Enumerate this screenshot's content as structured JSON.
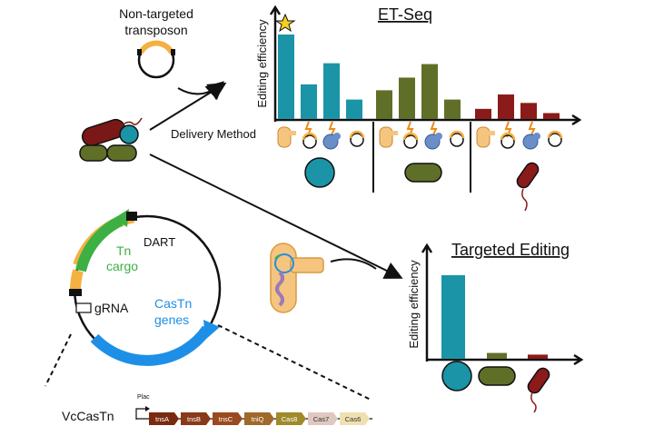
{
  "top_left": {
    "transposon_label_1": "Non-targeted",
    "transposon_label_2": "transposon"
  },
  "et_seq": {
    "title": "ET-Seq",
    "ylabel": "Editing efficiency",
    "xlabel": "Delivery Method",
    "highlight_icon": "star-icon"
  },
  "targeted": {
    "title": "Targeted Editing",
    "ylabel": "Editing efficiency"
  },
  "dart": {
    "plasmid_name": "DART",
    "tn_cargo_1": "Tn",
    "tn_cargo_2": "cargo",
    "grna": "gRNA",
    "castn_1": "CasTn",
    "castn_2": "genes"
  },
  "operon": {
    "name": "VcCasTn",
    "promoter": "Plac",
    "genes": [
      "tnsA",
      "tnsB",
      "tnsC",
      "tniQ",
      "Cas8",
      "Cas7",
      "Cas6"
    ]
  },
  "colors": {
    "teal": "#1a94a6",
    "olive": "#5f6f28",
    "maroon": "#8b1a1a",
    "orange": "#f5b042",
    "green": "#3cb043",
    "blue": "#1e8fe6"
  },
  "chart_data": [
    {
      "type": "bar",
      "title": "ET-Seq",
      "ylabel": "Editing efficiency",
      "xlabel": "Delivery Method",
      "groups": [
        "teal-organism",
        "olive-organism",
        "maroon-organism"
      ],
      "series": [
        {
          "values": [
            1.0,
            0.41,
            0.66,
            0.23
          ]
        },
        {
          "values": [
            0.34,
            0.49,
            0.65,
            0.23
          ]
        },
        {
          "values": [
            0.12,
            0.29,
            0.19,
            0.07
          ]
        }
      ],
      "ylim": [
        0,
        1
      ]
    },
    {
      "type": "bar",
      "title": "Targeted Editing",
      "ylabel": "Editing efficiency",
      "categories": [
        "teal-organism",
        "olive-organism",
        "maroon-organism"
      ],
      "values": [
        1.0,
        0.07,
        0.05
      ],
      "ylim": [
        0,
        1
      ]
    }
  ]
}
